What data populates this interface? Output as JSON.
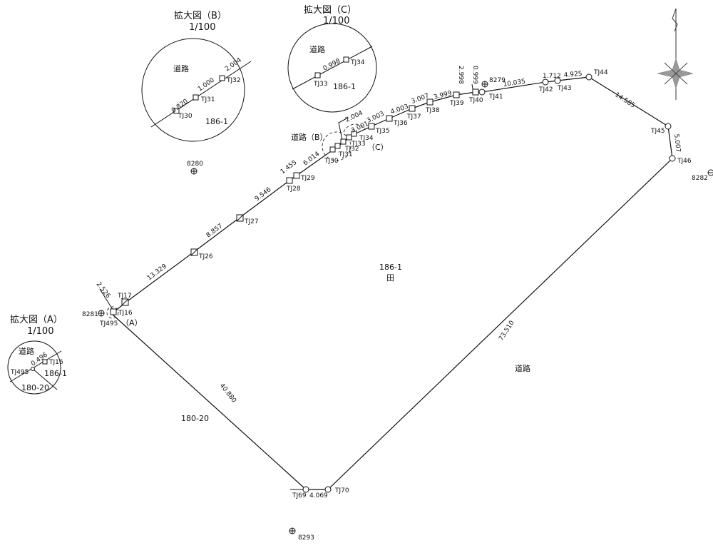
{
  "insets": {
    "A": {
      "title": "拡大図（A）",
      "scale": "1/100",
      "road": "道路",
      "dist": "0.496",
      "p1": "TJ16",
      "p2": "TJ495",
      "parcel1": "186-1",
      "parcel2": "180-20"
    },
    "B": {
      "title": "拡大図（B）",
      "scale": "1/100",
      "road": "道路",
      "d1": "0.820",
      "d2": "1.000",
      "d3": "2.004",
      "p1": "TJ30",
      "p2": "TJ31",
      "p3": "TJ32",
      "parcel": "186-1"
    },
    "C": {
      "title": "拡大図（C）",
      "scale": "1/100",
      "road": "道路",
      "dist": "0.998",
      "p1": "TJ33",
      "p2": "TJ34",
      "parcel": "186-1"
    }
  },
  "points": [
    "TJ495",
    "TJ16",
    "TJ17",
    "TJ26",
    "TJ27",
    "TJ28",
    "TJ29",
    "TJ30",
    "TJ31",
    "TJ32",
    "TJ33",
    "TJ34",
    "TJ35",
    "TJ36",
    "TJ37",
    "TJ38",
    "TJ39",
    "TJ40",
    "TJ41",
    "TJ42",
    "TJ43",
    "TJ44",
    "TJ45",
    "TJ46",
    "TJ70",
    "TJ69"
  ],
  "distances": [
    "2.526",
    "13.329",
    "8.857",
    "9.546",
    "1.455",
    "6.014",
    "2.004",
    "3.001",
    "3.003",
    "4.003",
    "3.007",
    "3.999",
    "2.998",
    "0.999",
    "10.035",
    "1.712",
    "4.925",
    "14.585",
    "5.007",
    "73.510",
    "40.880",
    "4.069"
  ],
  "benchmarks": [
    "8279",
    "8280",
    "8281",
    "8282",
    "8293"
  ],
  "callouts": {
    "A": "（A）",
    "B": "道路（B）",
    "C": "（C）"
  },
  "parcels": {
    "main": "186-1",
    "main_type": "田",
    "road": "道路",
    "south": "180-20"
  }
}
